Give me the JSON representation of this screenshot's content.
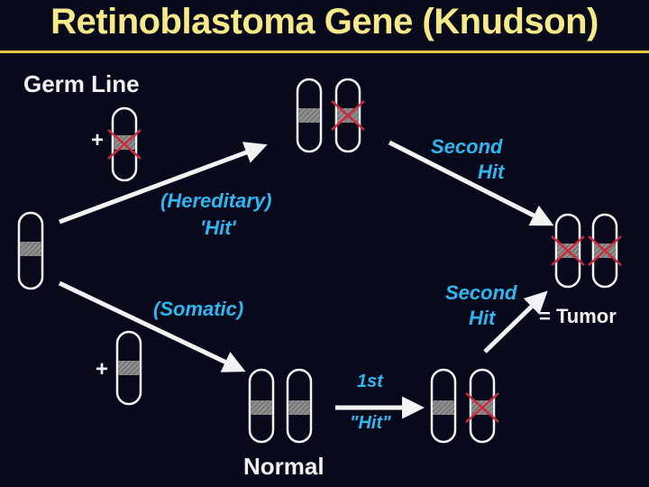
{
  "title": "Retinoblastoma Gene (Knudson)",
  "labels": {
    "germ_line": "Germ Line",
    "plus_top": "+",
    "plus_bottom": "+",
    "hereditary": "(Hereditary)",
    "hit_hereditary": "'Hit'",
    "somatic": "(Somatic)",
    "second_hit_top_line1": "Second",
    "second_hit_top_line2": "Hit",
    "second_hit_bottom_line1": "Second",
    "second_hit_bottom_line2": "Hit",
    "equals_tumor": "= Tumor",
    "first": "1st",
    "hit_first": "\"Hit\"",
    "normal": "Normal"
  },
  "colors": {
    "title": "#f5e98a",
    "title_rule": "#e8c84a",
    "text_white": "#f2f2f2",
    "text_cyan": "#2fb7f0",
    "chromosome_outline": "#f2f2f2",
    "gene_band": "#8a8a8a",
    "mutation_x": "#d0283c",
    "arrow": "#f2f2f2"
  }
}
